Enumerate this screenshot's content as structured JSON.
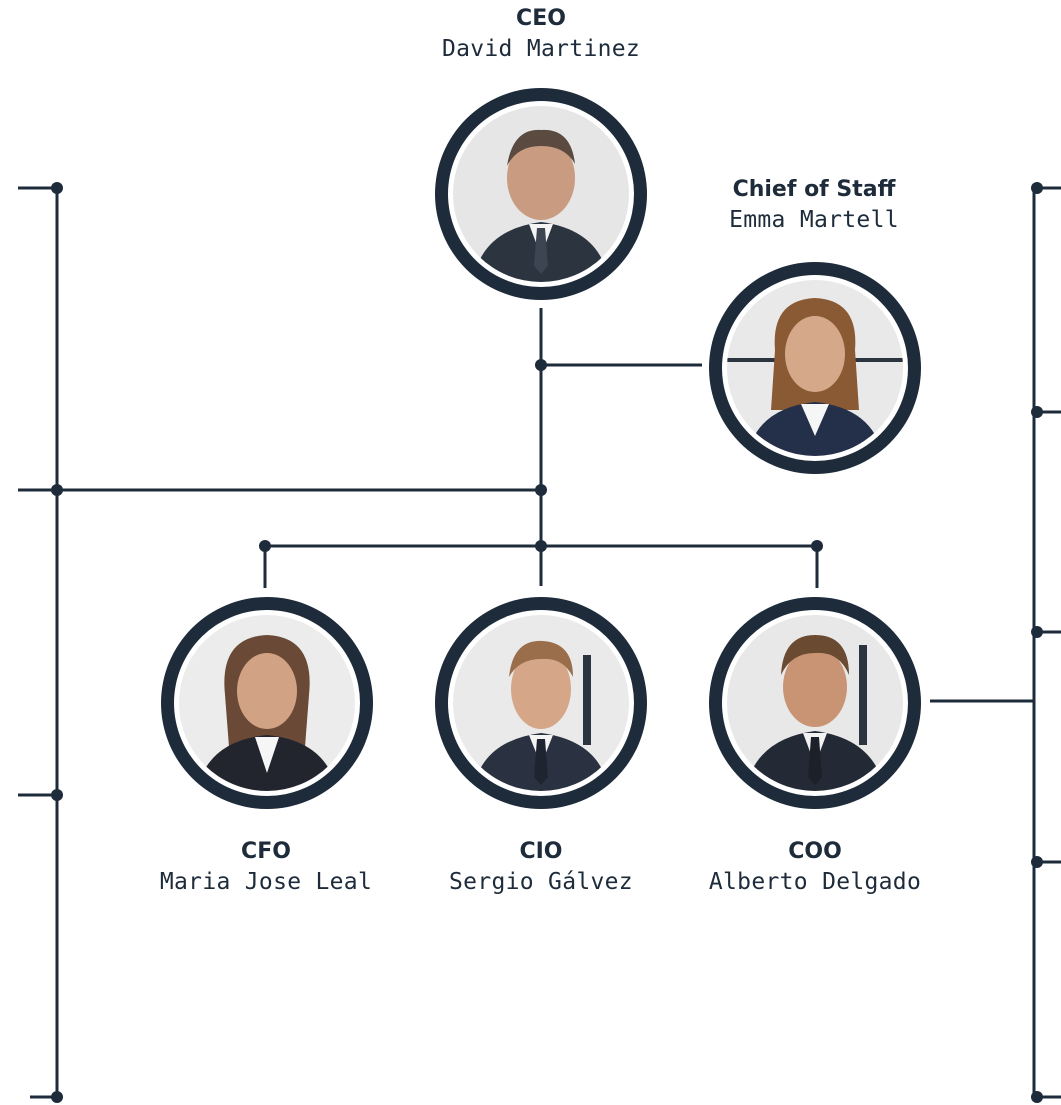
{
  "chart": {
    "line_color": "#1d2b3a"
  },
  "people": {
    "ceo": {
      "role": "CEO",
      "name": "David Martinez"
    },
    "chief_of_staff": {
      "role": "Chief of Staff",
      "name": "Emma Martell"
    },
    "cfo": {
      "role": "CFO",
      "name": "Maria Jose Leal"
    },
    "cio": {
      "role": "CIO",
      "name": "Sergio Gálvez"
    },
    "coo": {
      "role": "COO",
      "name": "Alberto Delgado"
    }
  }
}
